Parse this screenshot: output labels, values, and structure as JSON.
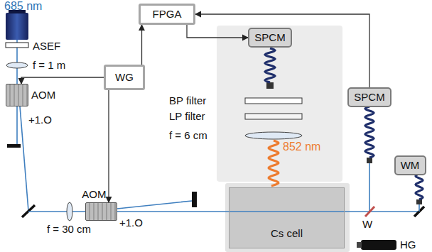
{
  "diagram": {
    "nodes": [
      {
        "text": [
          "FPGA"
        ]
      },
      {
        "text": [
          "SPCM"
        ]
      },
      {
        "text": [
          "WG"
        ]
      },
      {
        "text": [
          "SPCM"
        ]
      },
      {
        "text": [
          "AOM"
        ]
      },
      {
        "text": [
          "WM"
        ]
      },
      {
        "text": [
          "AOM"
        ]
      },
      {
        "text": [
          "Cs cell"
        ]
      }
    ],
    "edges": [
      {
        "from": 2,
        "to": 0,
        "arrow": "to"
      },
      {
        "from": 0,
        "to": 1,
        "arrow": "to"
      },
      {
        "from": 3,
        "to": 0,
        "arrow": "to"
      },
      {
        "from": 2,
        "to": 4,
        "arrow": "to"
      },
      {
        "from": 2,
        "to": 6,
        "arrow": "to"
      }
    ],
    "labels": [
      "685 nm",
      "ASEF",
      "f = 1 m",
      "+1.O",
      "BP filter",
      "LP filter",
      "f = 6 cm",
      "852 nm",
      "f = 30 cm",
      "+1.O",
      "W",
      "HG"
    ]
  }
}
